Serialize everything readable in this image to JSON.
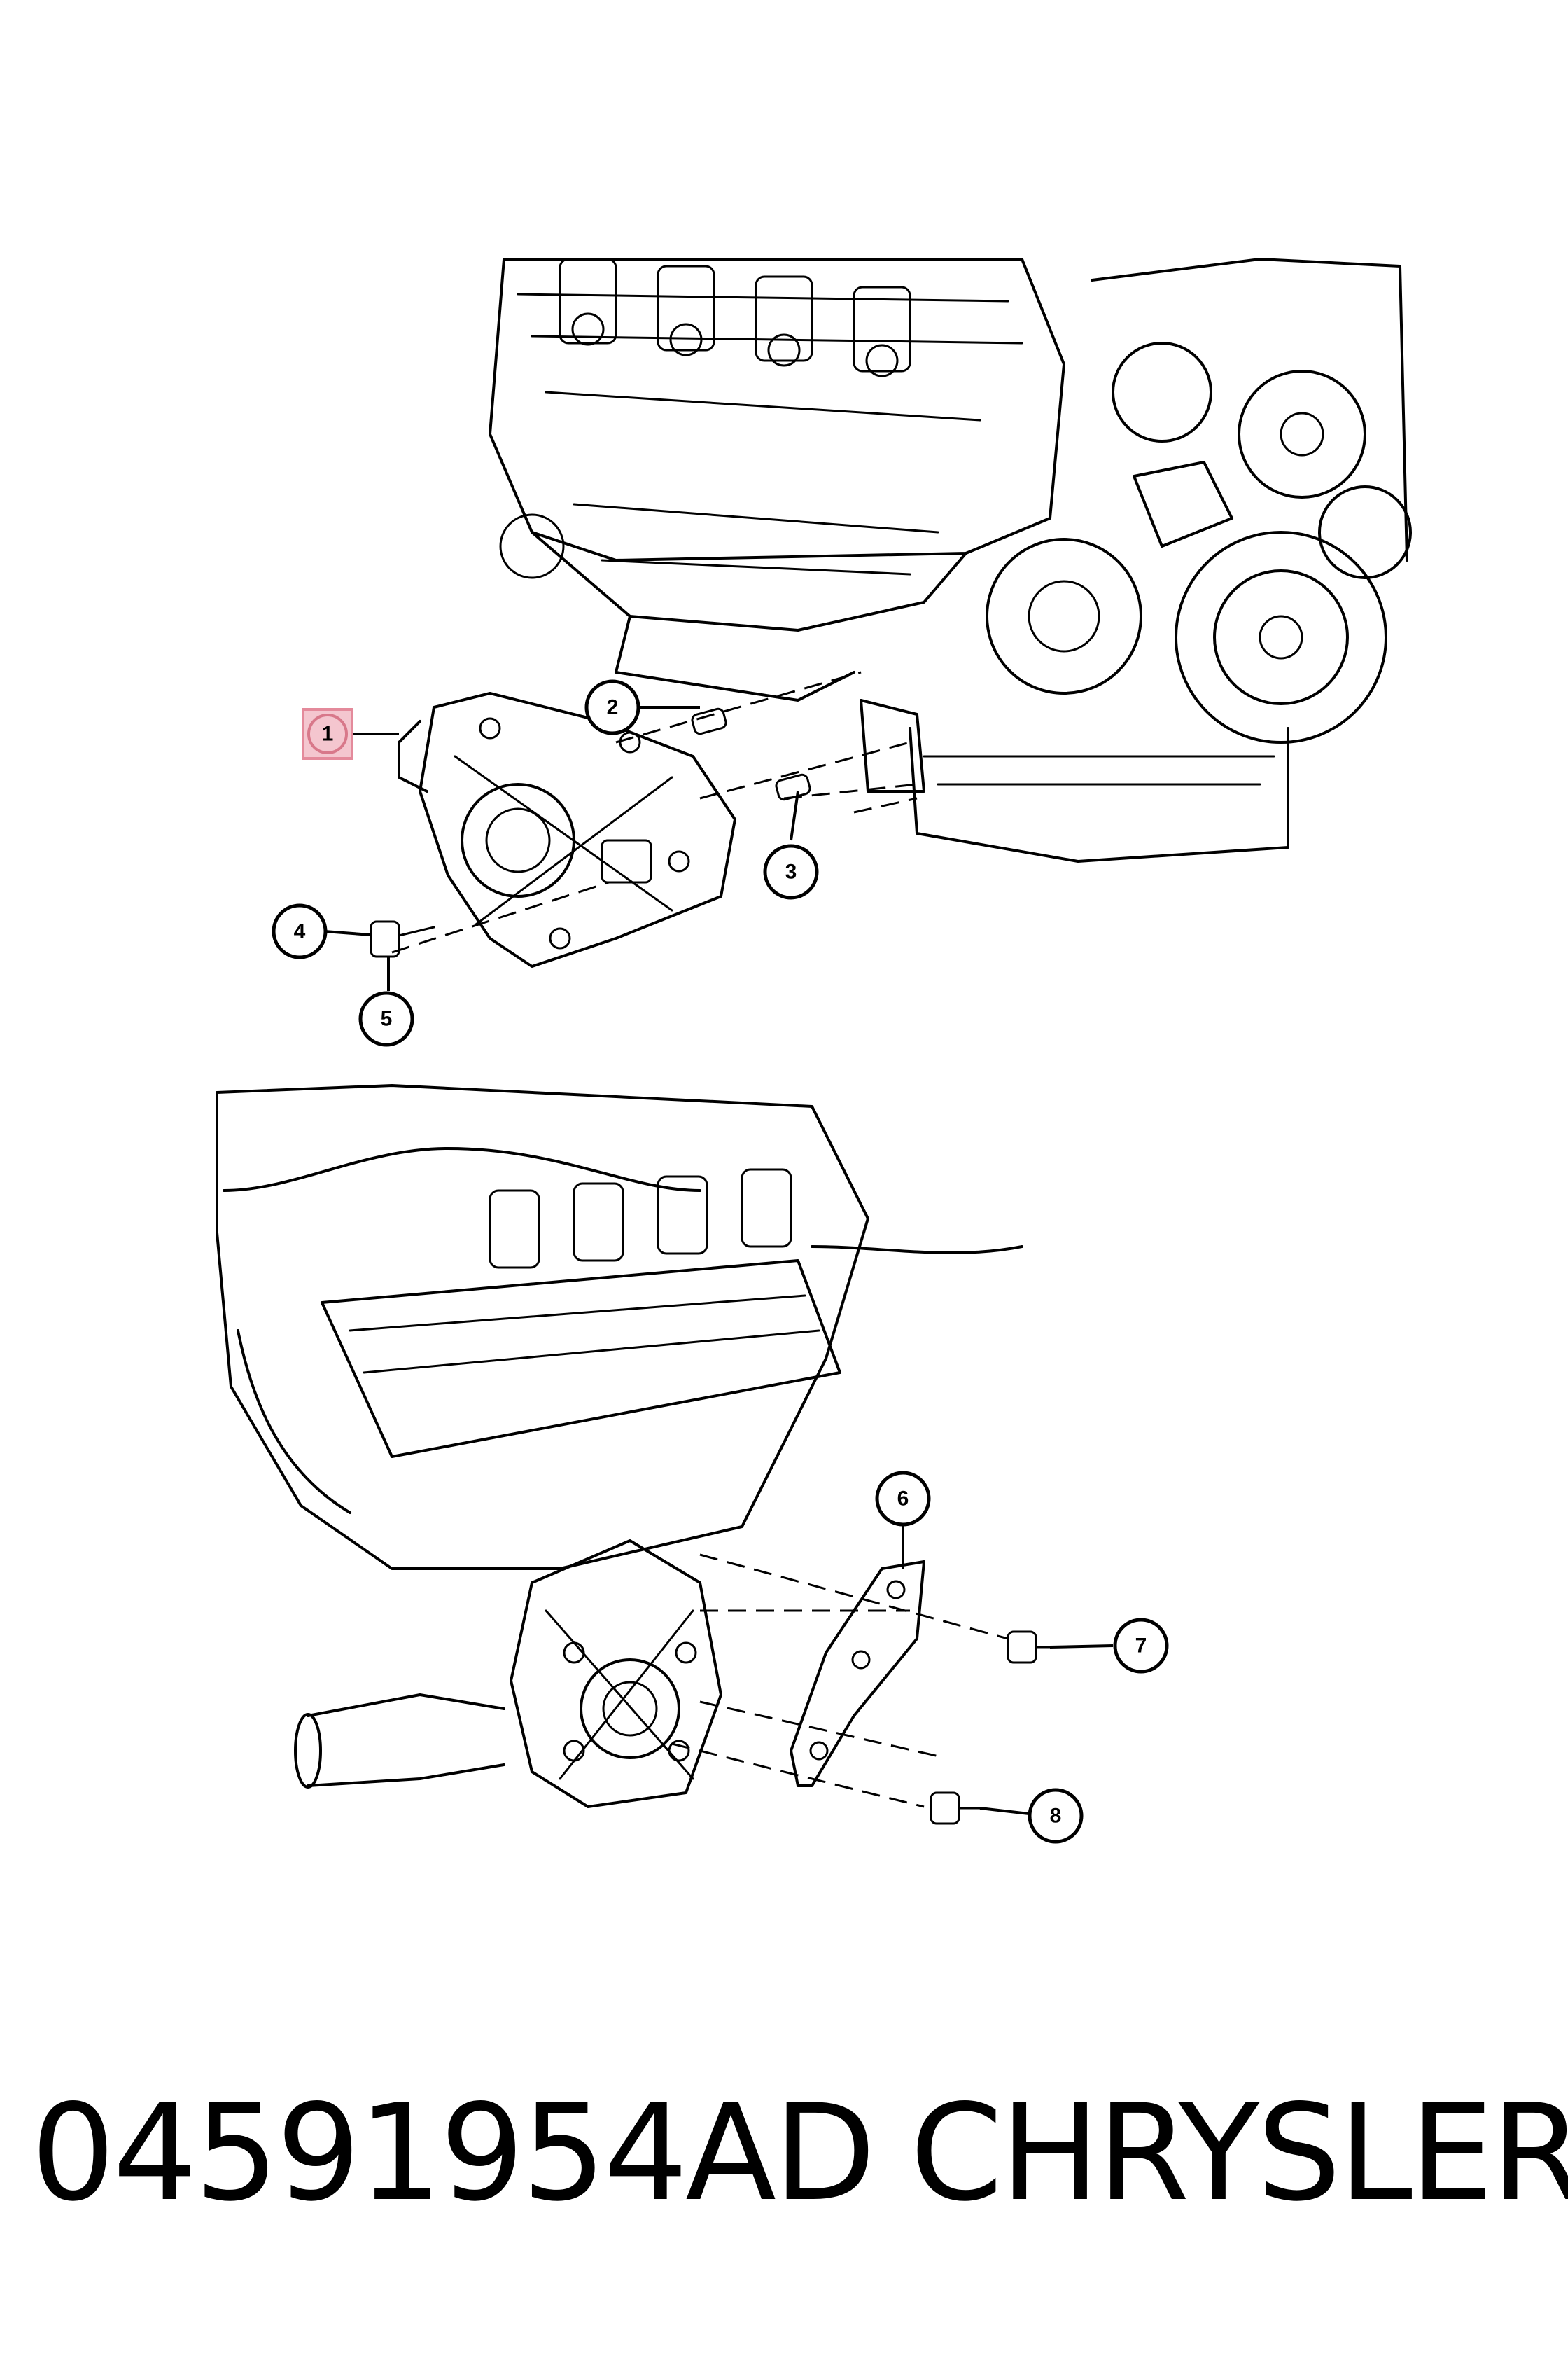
{
  "callouts": [
    {
      "id": "1",
      "label": "1",
      "highlighted": true
    },
    {
      "id": "2",
      "label": "2"
    },
    {
      "id": "3",
      "label": "3"
    },
    {
      "id": "4",
      "label": "4"
    },
    {
      "id": "5",
      "label": "5"
    },
    {
      "id": "6",
      "label": "6"
    },
    {
      "id": "7",
      "label": "7"
    },
    {
      "id": "8",
      "label": "8"
    }
  ],
  "footer": {
    "part_number": "04591954AD",
    "brand": "CHRYSLER"
  },
  "colors": {
    "highlight_fill": "#f4c6cf",
    "highlight_stroke": "#e48a9b",
    "line": "#000000",
    "background": "#ffffff"
  }
}
